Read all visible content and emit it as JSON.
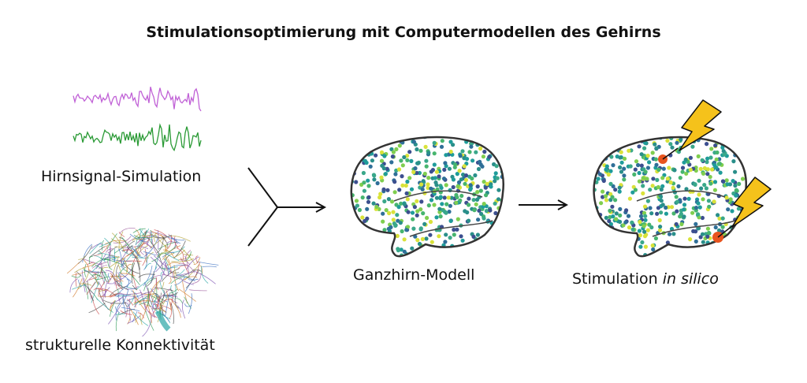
{
  "title": "Stimulationsoptimierung mit Computermodellen des Gehirns",
  "panels": {
    "signal": {
      "label": "Hirnsignal-Simulation"
    },
    "connectivity": {
      "label": "strukturelle Konnektivität"
    },
    "model": {
      "label": "Ganzhirn-Modell"
    },
    "stimulation": {
      "label_prefix": "Stimulation ",
      "label_emphasis": "in silico"
    }
  },
  "colors": {
    "signal_top": "#c061d6",
    "signal_bottom": "#2a9a35",
    "brain_outline": "#333333",
    "node_palette": [
      "#2a8f8a",
      "#3aa88a",
      "#2f6f98",
      "#47b56e",
      "#3c4f8f",
      "#7fce4f",
      "#d9e23a",
      "#1f9c9a"
    ],
    "stim_point": "#e8541e",
    "lightning": "#f5c21b"
  },
  "icons": [
    "lightning-bolt-icon",
    "arrow-right-icon",
    "merge-arrow-icon"
  ]
}
